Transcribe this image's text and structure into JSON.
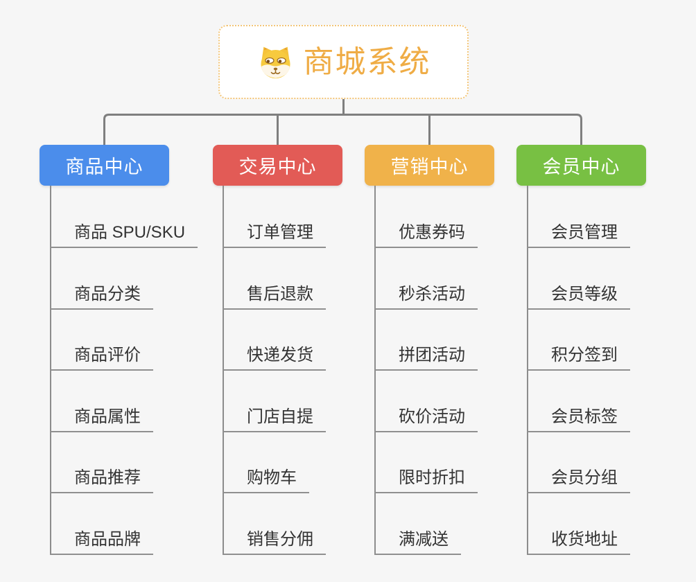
{
  "page": {
    "background_color": "#f6f6f6",
    "connector_color": "#7f7f7f",
    "underline_color": "#8f8f8f"
  },
  "root": {
    "title": "商城系统",
    "icon": "dog-face-icon",
    "title_color": "#efac45",
    "border_color": "#f3c577"
  },
  "branches": [
    {
      "label": "商品中心",
      "color": "#4b8deb",
      "items": [
        "商品 SPU/SKU",
        "商品分类",
        "商品评价",
        "商品属性",
        "商品推荐",
        "商品品牌"
      ]
    },
    {
      "label": "交易中心",
      "color": "#e25b56",
      "items": [
        "订单管理",
        "售后退款",
        "快递发货",
        "门店自提",
        "购物车",
        "销售分佣"
      ]
    },
    {
      "label": "营销中心",
      "color": "#f0b24a",
      "items": [
        "优惠券码",
        "秒杀活动",
        "拼团活动",
        "砍价活动",
        "限时折扣",
        "满减送"
      ]
    },
    {
      "label": "会员中心",
      "color": "#78c043",
      "items": [
        "会员管理",
        "会员等级",
        "积分签到",
        "会员标签",
        "会员分组",
        "收货地址"
      ]
    }
  ]
}
